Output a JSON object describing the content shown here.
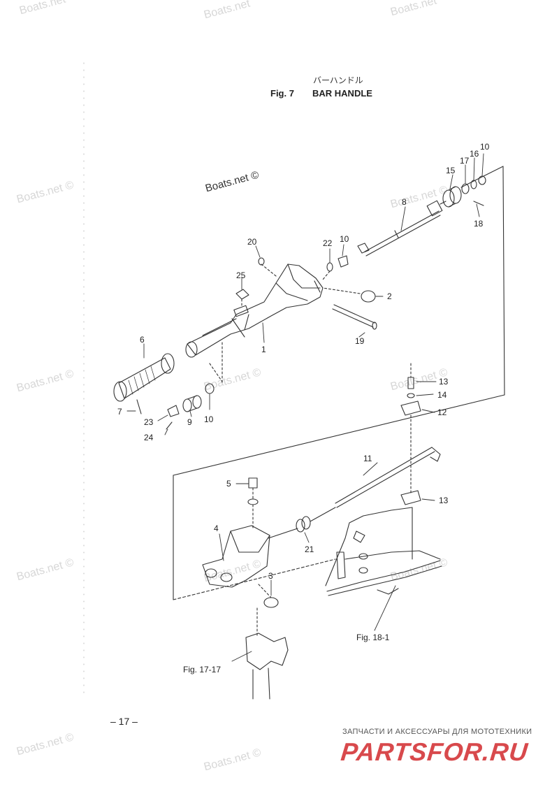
{
  "watermarks": [
    "Boats.net",
    "Boats.net",
    "Boats.net",
    "Boats.net ©",
    "Boats.net ©",
    "Boats.net ©",
    "Boats.net ©",
    "Boats.net ©",
    "Boats.net ©",
    "Boats.net ©",
    "Boats.net ©",
    "Boats.net ©",
    "Boats.net ©"
  ],
  "watermark_main": "Boats.net ©",
  "title": {
    "japanese": "バーハンドル",
    "figure": "Fig. 7",
    "name": "BAR HANDLE"
  },
  "part_labels": [
    "10",
    "16",
    "17",
    "15",
    "8",
    "18",
    "20",
    "22",
    "10",
    "25",
    "2",
    "19",
    "1",
    "6",
    "7",
    "23",
    "24",
    "9",
    "10",
    "13",
    "14",
    "12",
    "11",
    "5",
    "13",
    "4",
    "21",
    "3"
  ],
  "references": [
    "Fig. 18-1",
    "Fig. 17-17"
  ],
  "page_number": "– 17 –",
  "footer": {
    "tagline": "ЗАПЧАСТИ И АКСЕССУАРЫ ДЛЯ МОТОТЕХНИКИ",
    "brand": "PARTSFOR.RU"
  }
}
